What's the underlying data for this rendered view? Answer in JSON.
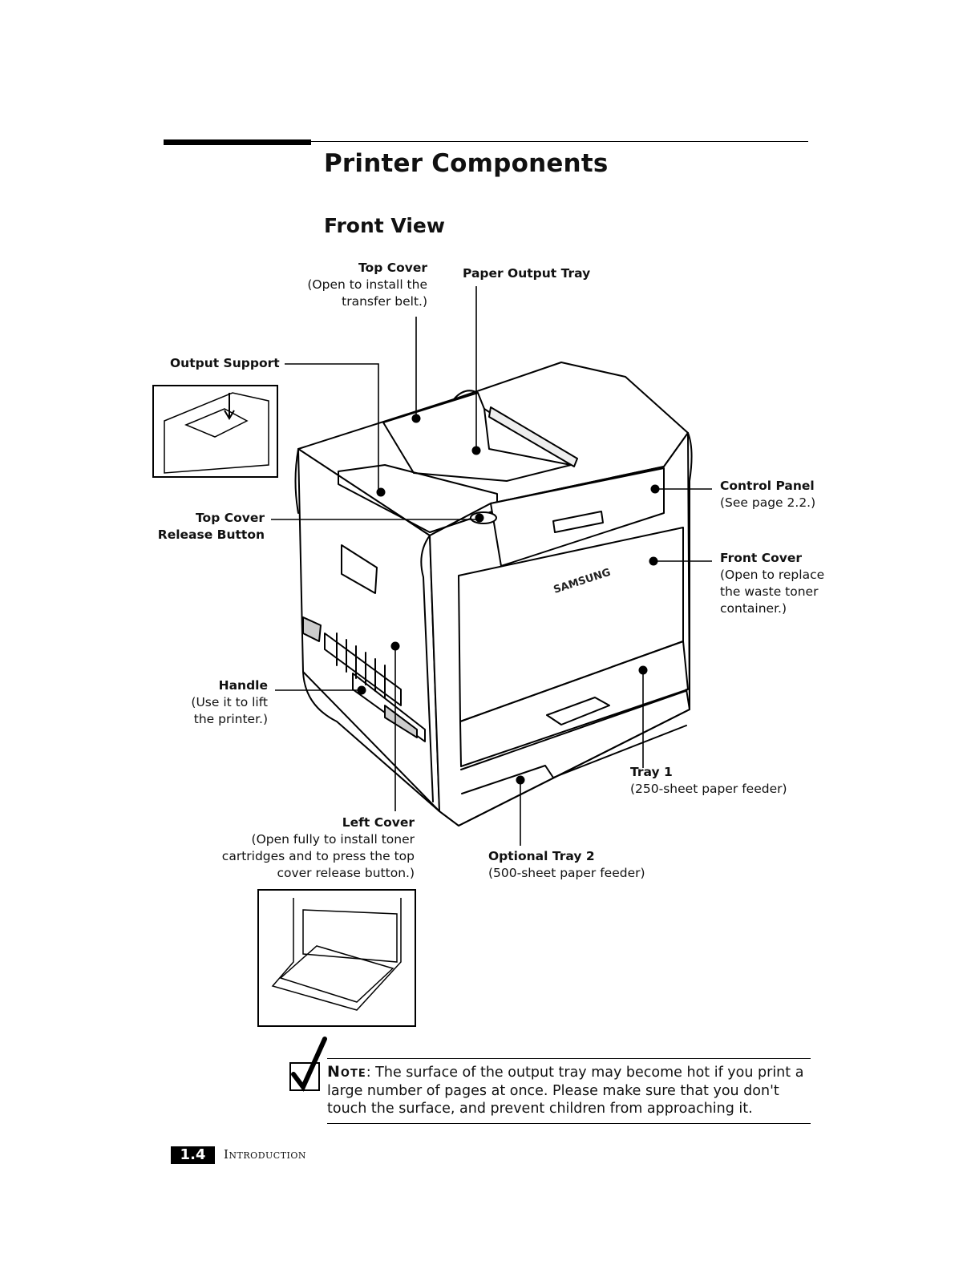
{
  "title": "Printer Components",
  "subtitle": "Front View",
  "callouts": {
    "top_cover": {
      "name": "Top Cover",
      "desc": [
        "(Open to install the",
        "transfer belt.)"
      ]
    },
    "paper_output_tray": {
      "name": "Paper Output Tray"
    },
    "output_support": {
      "name": "Output Support"
    },
    "top_cover_release": {
      "name": [
        "Top Cover",
        "Release Button"
      ]
    },
    "control_panel": {
      "name": "Control Panel",
      "desc": [
        "(See page 2.2.)"
      ]
    },
    "front_cover": {
      "name": "Front Cover",
      "desc": [
        "(Open to replace",
        "the waste toner",
        "container.)"
      ]
    },
    "handle": {
      "name": "Handle",
      "desc": [
        "(Use it to lift",
        "the printer.)"
      ]
    },
    "tray1": {
      "name": "Tray 1",
      "desc": [
        "(250-sheet paper feeder)"
      ]
    },
    "left_cover": {
      "name": "Left Cover",
      "desc": [
        "(Open fully to install toner",
        "cartridges and to press the top",
        "cover release button.)"
      ]
    },
    "optional_tray2": {
      "name": "Optional Tray 2",
      "desc": [
        "(500-sheet paper feeder)"
      ]
    }
  },
  "brand_on_printer": "SAMSUNG",
  "note": {
    "label": "Note",
    "text": "The surface of the output tray may become hot if you print a large number of pages at once. Please make sure that you don't touch the surface, and prevent children from approaching it."
  },
  "footer": {
    "page_number": "1.4",
    "section": "Introduction"
  }
}
